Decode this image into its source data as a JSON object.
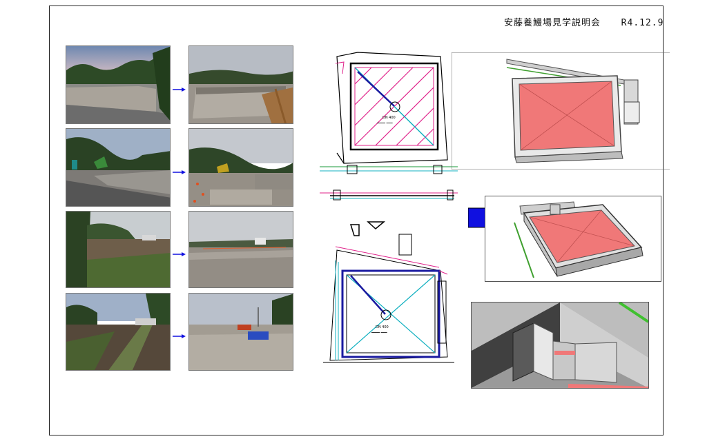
{
  "document": {
    "title": "安藤養鰻場見学説明会",
    "date": "R4.12.9"
  },
  "photo_rows": [
    {
      "before": "before-photo-1",
      "after": "after-photo-1"
    },
    {
      "before": "before-photo-2",
      "after": "after-photo-2"
    },
    {
      "before": "before-photo-3",
      "after": "after-photo-3"
    },
    {
      "before": "before-photo-4",
      "after": "after-photo-4"
    }
  ],
  "icons": {
    "row_arrow": "arrow-right-icon",
    "big_arrow": "big-arrow-right-icon"
  },
  "colors": {
    "arrow_blue": "#1010e0",
    "pond_pink": "#f07878",
    "drawing_magenta": "#e0208a",
    "drawing_cyan": "#10b0c0",
    "drawing_blue": "#1a1aa0"
  }
}
